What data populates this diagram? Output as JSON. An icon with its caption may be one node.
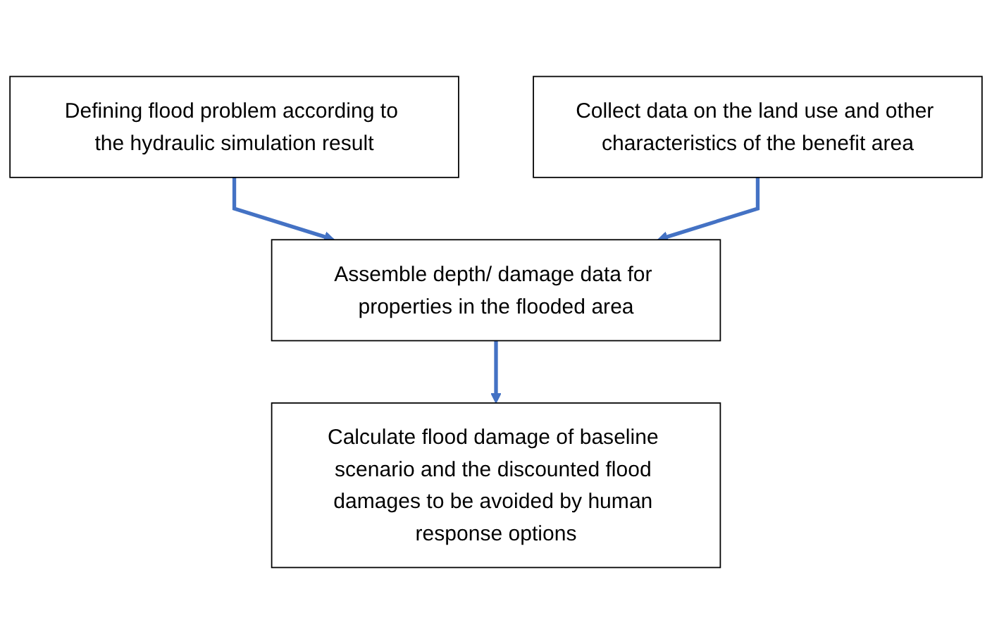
{
  "diagram": {
    "nodes": [
      {
        "text": [
          "Defining flood problem according to the hydraulic simulation result"
        ]
      },
      {
        "text": [
          "Collect data on the land use and other characteristics of the benefit area"
        ]
      },
      {
        "text": [
          "Assemble depth/ damage data for properties in the flooded area"
        ]
      },
      {
        "text": [
          "Calculate flood damage of baseline scenario and the discounted flood damages to be avoided by human response options"
        ]
      }
    ],
    "edges": [
      {
        "from": 0,
        "to": 2,
        "arrow": "to"
      },
      {
        "from": 1,
        "to": 2,
        "arrow": "to"
      },
      {
        "from": 2,
        "to": 3,
        "arrow": "to"
      }
    ]
  }
}
